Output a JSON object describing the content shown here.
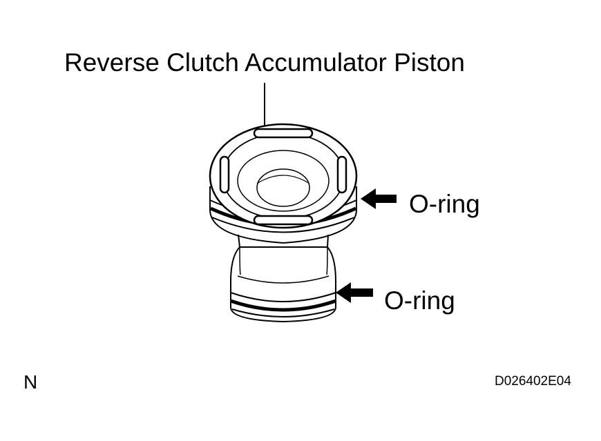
{
  "title": "Reverse Clutch Accumulator Piston",
  "callouts": {
    "upper_o_ring": "O-ring",
    "lower_o_ring": "O-ring"
  },
  "corner_mark": "N",
  "figure_code": "D026402E04",
  "colors": {
    "ink": "#000000",
    "paper": "#ffffff"
  }
}
